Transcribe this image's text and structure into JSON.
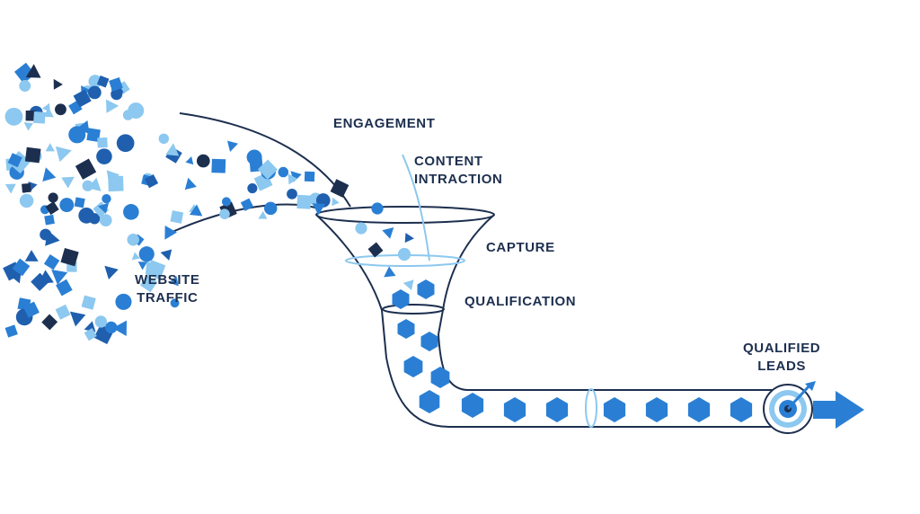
{
  "labels": {
    "website_traffic": [
      "WEBSITE",
      "TRAFFIC"
    ],
    "engagement": "ENGAGEMENT",
    "content_interaction": [
      "CONTENT",
      "INTRACTION"
    ],
    "capture": "CAPTURE",
    "qualification": "QUALIFICATION",
    "qualified_leads": [
      "QUALIFIED",
      "LEADS"
    ]
  },
  "colors": {
    "outline": "#1d2f4f",
    "light_blue": "#8cc8ef",
    "mid_blue": "#2a7fd4",
    "dark_blue": "#1f5fae",
    "navy": "#1d2f4f"
  },
  "icons": {
    "target": "target-icon",
    "arrow": "arrow-right-icon"
  }
}
